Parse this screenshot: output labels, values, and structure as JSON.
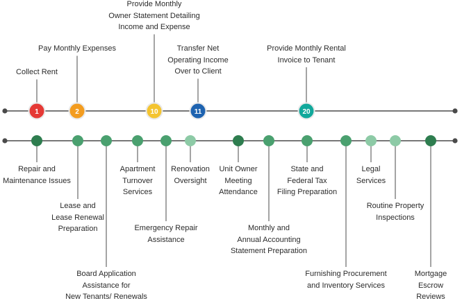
{
  "timeline": {
    "colors": {
      "line": "#4a4a4a",
      "connector": "#4a4a4a",
      "end_dot": "#4a4a4a",
      "day_marker_ring": "#e9e9e9",
      "service_dark": "#2e7d4f",
      "service_mid": "#4aa06f",
      "service_light": "#8dcaa6"
    },
    "day_markers": [
      {
        "day": "1",
        "color": "#e53935",
        "label": "Collect Rent"
      },
      {
        "day": "2",
        "color": "#f39c1f",
        "label": "Pay Monthly Expenses"
      },
      {
        "day": "10",
        "color": "#f4c430",
        "label": "Provide Monthly\nOwner Statement Detailing\nIncome and Expense"
      },
      {
        "day": "11",
        "color": "#1e63b0",
        "label": "Transfer Net\nOperating Income\nOver to Client"
      },
      {
        "day": "20",
        "color": "#11a89b",
        "label": "Provide Monthly Rental\nInvoice to Tenant"
      }
    ],
    "services": [
      {
        "label": "Repair and\nMaintenance Issues",
        "shade": "dark"
      },
      {
        "label": "Lease and\nLease Renewal\nPreparation",
        "shade": "mid"
      },
      {
        "label": "Board Application\nAssistance for\nNew Tenants/ Renewals",
        "shade": "mid"
      },
      {
        "label": "Apartment\nTurnover\nServices",
        "shade": "mid"
      },
      {
        "label": "Emergency Repair\nAssistance",
        "shade": "mid"
      },
      {
        "label": "Renovation\nOversight",
        "shade": "light"
      },
      {
        "label": "Unit Owner\nMeeting\nAttendance",
        "shade": "dark"
      },
      {
        "label": "Monthly and\nAnnual Accounting\nStatement Preparation",
        "shade": "mid"
      },
      {
        "label": "State and\nFederal Tax\nFiling Preparation",
        "shade": "mid"
      },
      {
        "label": "Furnishing Procurement\nand Inventory Services",
        "shade": "mid"
      },
      {
        "label": "Legal\nServices",
        "shade": "light"
      },
      {
        "label": "Routine Property\nInspections",
        "shade": "light"
      },
      {
        "label": "Mortgage Escrow\nReviews",
        "shade": "dark"
      }
    ]
  }
}
